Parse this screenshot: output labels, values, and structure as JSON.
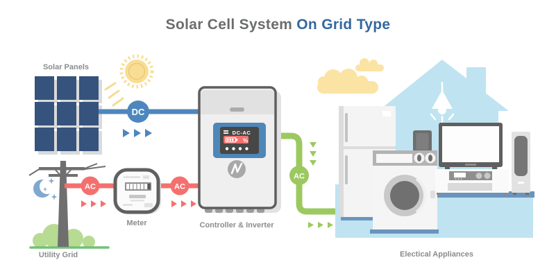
{
  "title": {
    "part1": "Solar Cell System",
    "part2": "On Grid Type"
  },
  "labels": {
    "solar_panels": "Solar Panels",
    "utility_grid": "Utility Grid",
    "meter": "Meter",
    "controller": "Controller & Inverter",
    "appliances": "Electical Appliances"
  },
  "badges": {
    "dc": "DC",
    "ac_grid": "AC",
    "ac_meter": "AC",
    "ac_output": "AC"
  },
  "inverter_display": {
    "mode": "DC-AC",
    "battery_unit": "%"
  },
  "colors": {
    "dc_blue": "#4E86BE",
    "ac_red": "#F4706E",
    "ac_green": "#9CC95F",
    "panel_navy": "#35537C",
    "house_blue": "#BFE3F1",
    "floor_blue": "#6B94BD",
    "sun_yellow": "#F8DE94",
    "cloud_yellow": "#FBE3A4",
    "pole_gray": "#6F6F6F",
    "title_gray": "#6A6C6E",
    "title_blue": "#35689D",
    "label_gray": "#8A8C8E"
  }
}
